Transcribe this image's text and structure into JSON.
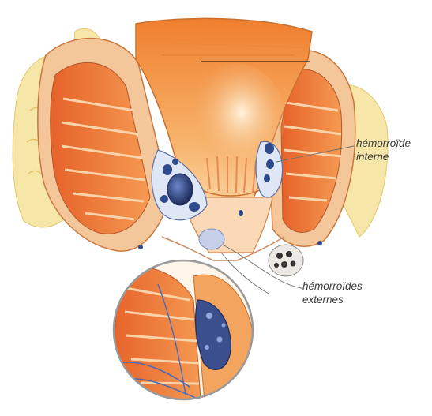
{
  "labels": {
    "internal": {
      "line1": "hémorroïde",
      "line2": "interne"
    },
    "external": {
      "line1": "hémorroïdes",
      "line2": "externes"
    }
  },
  "colors": {
    "tissue_light": "#fde2b8",
    "tissue_orange": "#f08a3a",
    "tissue_dark": "#d9622a",
    "fat_yellow": "#f4e29a",
    "muscle_red": "#e46a36",
    "vein_blue": "#2f4a8c",
    "vein_dark": "#1e2c5c",
    "line_gray": "#7a7a7a"
  }
}
